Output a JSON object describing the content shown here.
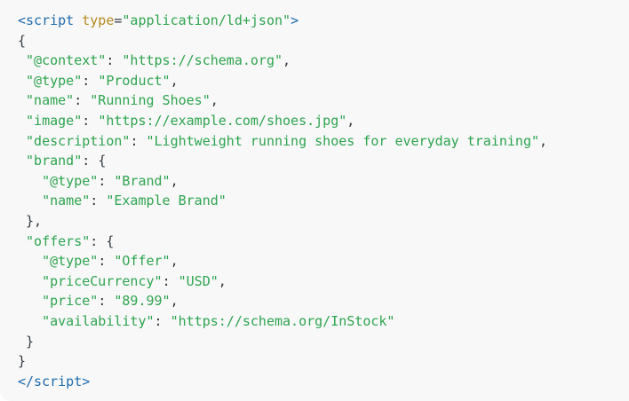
{
  "code_block": {
    "language": "html-jsonld",
    "page_background": "#ffffff",
    "background_color": "#f8f8f8",
    "colors": {
      "tag": "#1c6bad",
      "attribute": "#b58a1e",
      "string": "#2da44e",
      "punctuation": "#333a40",
      "plain": "#333a40"
    },
    "lines": [
      [
        [
          "tag",
          "<script"
        ],
        [
          "pln",
          " "
        ],
        [
          "attr",
          "type"
        ],
        [
          "pun",
          "="
        ],
        [
          "str",
          "\"application/ld+json\""
        ],
        [
          "tag",
          ">"
        ]
      ],
      [
        [
          "pun",
          "{"
        ]
      ],
      [
        [
          "pln",
          " "
        ],
        [
          "str",
          "\"@context\""
        ],
        [
          "pun",
          ":"
        ],
        [
          "pln",
          " "
        ],
        [
          "str",
          "\"https://schema.org\""
        ],
        [
          "pun",
          ","
        ]
      ],
      [
        [
          "pln",
          " "
        ],
        [
          "str",
          "\"@type\""
        ],
        [
          "pun",
          ":"
        ],
        [
          "pln",
          " "
        ],
        [
          "str",
          "\"Product\""
        ],
        [
          "pun",
          ","
        ]
      ],
      [
        [
          "pln",
          " "
        ],
        [
          "str",
          "\"name\""
        ],
        [
          "pun",
          ":"
        ],
        [
          "pln",
          " "
        ],
        [
          "str",
          "\"Running Shoes\""
        ],
        [
          "pun",
          ","
        ]
      ],
      [
        [
          "pln",
          " "
        ],
        [
          "str",
          "\"image\""
        ],
        [
          "pun",
          ":"
        ],
        [
          "pln",
          " "
        ],
        [
          "str",
          "\"https://example.com/shoes.jpg\""
        ],
        [
          "pun",
          ","
        ]
      ],
      [
        [
          "pln",
          " "
        ],
        [
          "str",
          "\"description\""
        ],
        [
          "pun",
          ":"
        ],
        [
          "pln",
          " "
        ],
        [
          "str",
          "\"Lightweight running shoes for everyday training\""
        ],
        [
          "pun",
          ","
        ]
      ],
      [
        [
          "pln",
          " "
        ],
        [
          "str",
          "\"brand\""
        ],
        [
          "pun",
          ":"
        ],
        [
          "pln",
          " "
        ],
        [
          "pun",
          "{"
        ]
      ],
      [
        [
          "pln",
          "   "
        ],
        [
          "str",
          "\"@type\""
        ],
        [
          "pun",
          ":"
        ],
        [
          "pln",
          " "
        ],
        [
          "str",
          "\"Brand\""
        ],
        [
          "pun",
          ","
        ]
      ],
      [
        [
          "pln",
          "   "
        ],
        [
          "str",
          "\"name\""
        ],
        [
          "pun",
          ":"
        ],
        [
          "pln",
          " "
        ],
        [
          "str",
          "\"Example Brand\""
        ]
      ],
      [
        [
          "pln",
          " "
        ],
        [
          "pun",
          "},"
        ]
      ],
      [
        [
          "pln",
          " "
        ],
        [
          "str",
          "\"offers\""
        ],
        [
          "pun",
          ":"
        ],
        [
          "pln",
          " "
        ],
        [
          "pun",
          "{"
        ]
      ],
      [
        [
          "pln",
          "   "
        ],
        [
          "str",
          "\"@type\""
        ],
        [
          "pun",
          ":"
        ],
        [
          "pln",
          " "
        ],
        [
          "str",
          "\"Offer\""
        ],
        [
          "pun",
          ","
        ]
      ],
      [
        [
          "pln",
          "   "
        ],
        [
          "str",
          "\"priceCurrency\""
        ],
        [
          "pun",
          ":"
        ],
        [
          "pln",
          " "
        ],
        [
          "str",
          "\"USD\""
        ],
        [
          "pun",
          ","
        ]
      ],
      [
        [
          "pln",
          "   "
        ],
        [
          "str",
          "\"price\""
        ],
        [
          "pun",
          ":"
        ],
        [
          "pln",
          " "
        ],
        [
          "str",
          "\"89.99\""
        ],
        [
          "pun",
          ","
        ]
      ],
      [
        [
          "pln",
          "   "
        ],
        [
          "str",
          "\"availability\""
        ],
        [
          "pun",
          ":"
        ],
        [
          "pln",
          " "
        ],
        [
          "str",
          "\"https://schema.org/InStock\""
        ]
      ],
      [
        [
          "pln",
          " "
        ],
        [
          "pun",
          "}"
        ]
      ],
      [
        [
          "pun",
          "}"
        ]
      ],
      [
        [
          "tag",
          "</script>"
        ]
      ]
    ]
  }
}
